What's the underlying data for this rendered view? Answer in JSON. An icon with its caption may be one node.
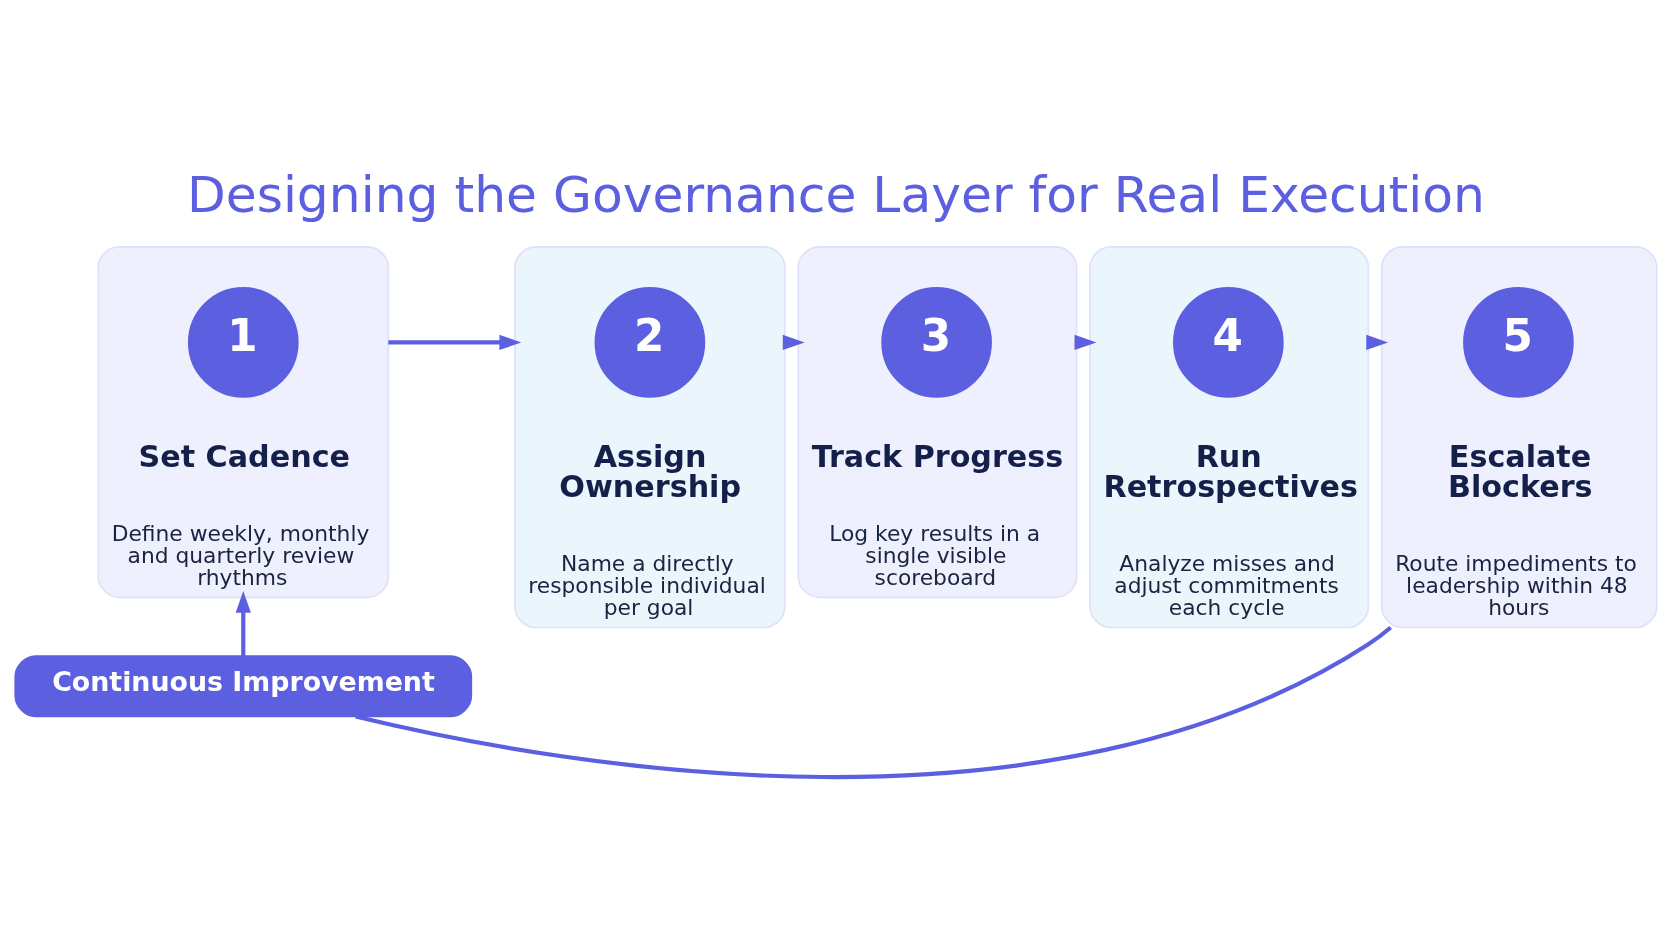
{
  "diagram": {
    "title": "Designing the Governance Layer for Real Execution",
    "nodes": [
      {
        "text": [
          "Set Cadence",
          "Define weekly, monthly and quarterly review rhythms"
        ]
      },
      {
        "text": [
          "1"
        ],
        "in": 0
      },
      {
        "text": [
          "Assign Ownership",
          "Name a directly responsible individual per goal"
        ]
      },
      {
        "text": [
          "2"
        ],
        "in": 2
      },
      {
        "text": [
          "Track Progress",
          "Log key results in a single visible scoreboard"
        ]
      },
      {
        "text": [
          "3"
        ],
        "in": 4
      },
      {
        "text": [
          "Run Retrospectives",
          "Analyze misses and adjust commitments each cycle"
        ]
      },
      {
        "text": [
          "4"
        ],
        "in": 6
      },
      {
        "text": [
          "Escalate Blockers",
          "Route impediments to leadership within 48 hours"
        ]
      },
      {
        "text": [
          "5"
        ],
        "in": 8
      },
      {
        "text": [
          "Continuous Improvement"
        ]
      }
    ],
    "edges": [
      {
        "from": 0,
        "to": 2,
        "arrow": "to"
      },
      {
        "from": 2,
        "to": 4,
        "arrow": "to"
      },
      {
        "from": 4,
        "to": 6,
        "arrow": "to"
      },
      {
        "from": 6,
        "to": 8,
        "arrow": "to"
      },
      {
        "from": 8,
        "to": 10,
        "arrow": "none"
      },
      {
        "from": 10,
        "to": 0,
        "arrow": "to"
      }
    ]
  }
}
